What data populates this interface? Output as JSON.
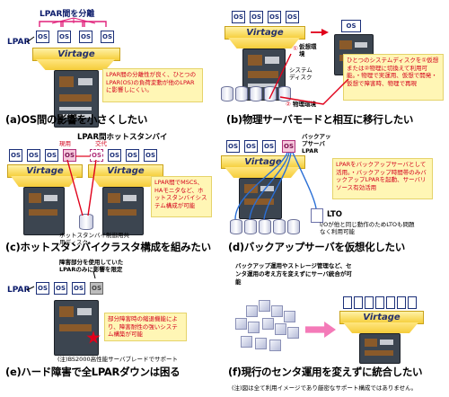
{
  "panel_a": {
    "top_label": "LPAR間を分離",
    "lpar_label": "LPAR",
    "virtage": "Virtage",
    "note": "LPAR間の分離性が良く、ひとつのLPAR(OS)の負荷変動が他のLPARに影響しにくい。",
    "caption": "(a)OS間の影響を小さくしたい"
  },
  "panel_b": {
    "virtage": "Virtage",
    "label_virtual": "仮想環境",
    "label_system_disk": "システムディスク",
    "label_physical": "物理環境",
    "note": "ひとつのシステムディスクを①仮想または②物理に切換えて利用可能。・物理で実運用、仮想で開発・仮想で障害時、物理で再現",
    "caption": "(b)物理サーバモードと相互に移行したい"
  },
  "panel_c": {
    "top_label": "LPAR間ホットスタンバイ",
    "label_current": "現用",
    "label_alt": "交代",
    "virtage": "Virtage",
    "note": "LPAR間でMSCS、HAモニタなど、ホットスタンバイシステム構成が可能",
    "disk_label": "ホットスタンバイ制御用共用ディスク",
    "caption": "(c)ホットスタンバイクラスタ構成を組みたい"
  },
  "panel_d": {
    "backup_label": "バックアップサーバLPAR",
    "virtage": "Virtage",
    "note": "LPARをバックアップサーバとして活用。・バックアップ時間帯のみバックアップLPARを起動、サーバリソース有効活用",
    "lto": "LTO",
    "lto_note": "I/Oが他と同じ動作のためLTOも問題なく利用可能",
    "caption": "(d)バックアップサーバを仮想化したい"
  },
  "panel_e": {
    "lpar_label": "LPAR",
    "top_note": "障害部分を使用していたLPARのみに影響を限定",
    "note": "部分障害時の縮退機能により、障害耐性の強いシステム構築が可能",
    "footnote": "(注)BS2000高性能サーバブレードでサポート",
    "caption": "(e)ハード障害で全LPARダウンは困る"
  },
  "panel_f": {
    "note": "バックアップ運用やストレージ管理など、センタ運用の考え方を変えずにサーバ統合が可能",
    "virtage": "Virtage",
    "caption": "(f)現行のセンタ運用を変えずに統合したい"
  },
  "os_label": "OS",
  "footer": "(注)図は全て利用イメージであり厳密なサポート構成ではありません。"
}
